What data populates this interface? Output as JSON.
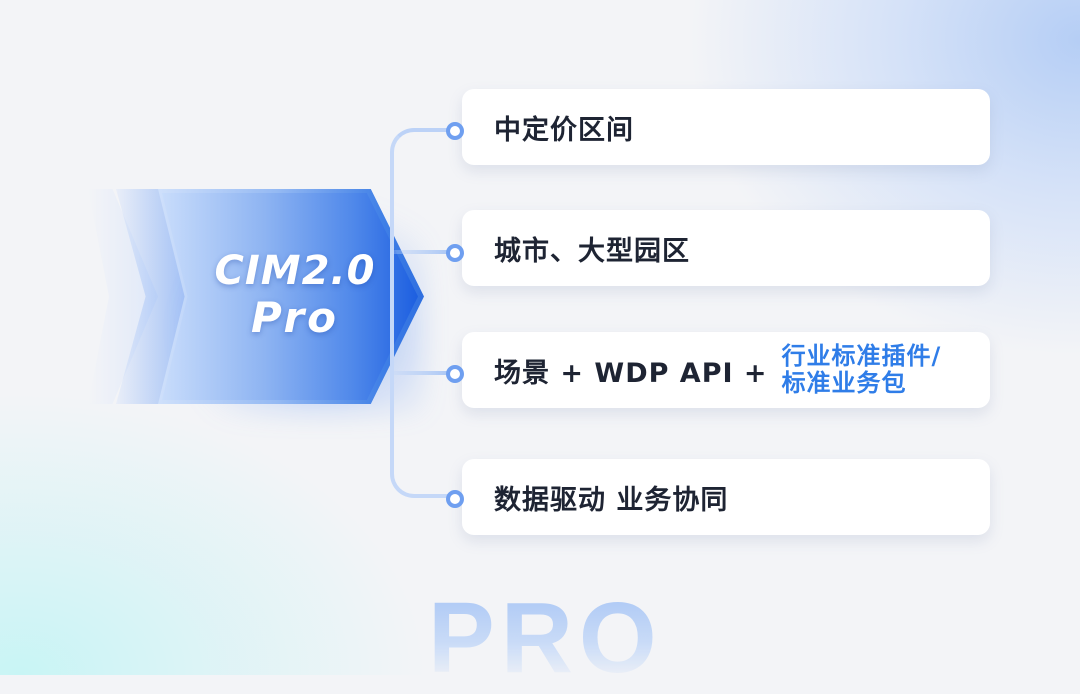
{
  "center": {
    "line1": "CIM2.0",
    "line2": "Pro"
  },
  "cards": [
    {
      "text": "中定价区间"
    },
    {
      "text": "城市、大型园区"
    },
    {
      "text": "场景 + WDP API +",
      "highlight_line1": "行业标准插件/",
      "highlight_line2": "标准业务包"
    },
    {
      "text": "数据驱动 业务协同"
    }
  ],
  "watermark": "PRO",
  "colors": {
    "accent": "#2f7de8",
    "arrow_dark": "#1d5fe0",
    "arrow_light": "#c8dcfb",
    "text": "#1e2433",
    "background": "#f3f4f7"
  }
}
